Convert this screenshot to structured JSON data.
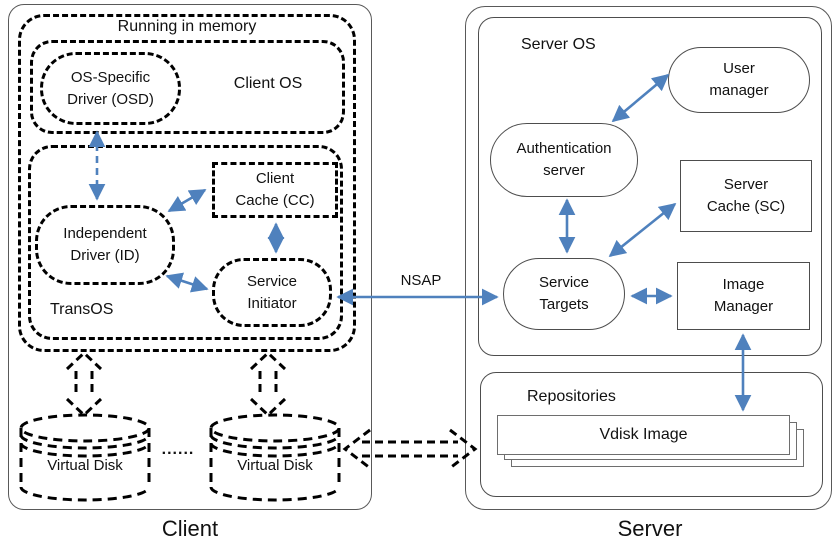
{
  "accent_color": "#4f81bd",
  "line_color": "#000000",
  "client": {
    "caption": "Client",
    "running_in_memory_label": "Running in memory",
    "client_os_label": "Client OS",
    "osd_label": "OS-Specific\nDriver (OSD)",
    "transos_label": "TransOS",
    "independent_driver_label": "Independent\nDriver (ID)",
    "client_cache_label": "Client\nCache (CC)",
    "service_initiator_label": "Service\nInitiator",
    "virtual_disk_left_label": "Virtual Disk",
    "virtual_disk_right_label": "Virtual Disk",
    "ellipsis": "......"
  },
  "server": {
    "caption": "Server",
    "server_os_label": "Server OS",
    "user_manager_label": "User\nmanager",
    "auth_server_label": "Authentication\nserver",
    "server_cache_label": "Server\nCache (SC)",
    "service_targets_label": "Service\nTargets",
    "image_manager_label": "Image\nManager",
    "repositories_label": "Repositories",
    "vdisk_image_label": "Vdisk Image"
  },
  "connection": {
    "nsap_label": "NSAP"
  }
}
